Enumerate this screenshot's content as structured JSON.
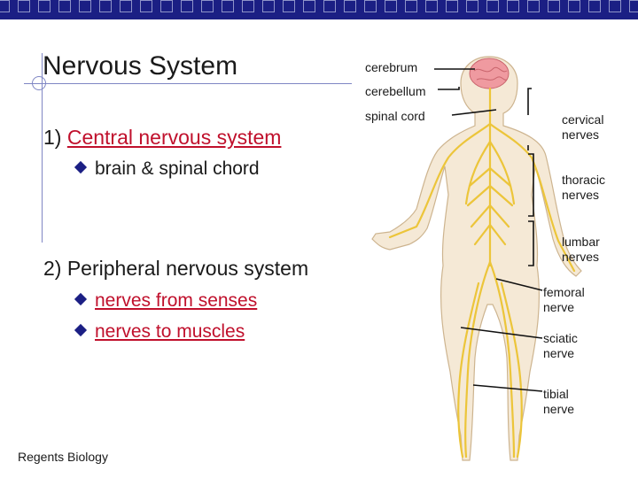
{
  "slide": {
    "title": "Nervous System",
    "section1": {
      "number": "1) ",
      "label": "Central nervous system",
      "bullets": [
        "brain & spinal chord"
      ]
    },
    "section2": {
      "label": "2) Peripheral nervous system",
      "bullets": [
        "nerves from senses",
        "nerves to muscles"
      ]
    },
    "footer": "Regents Biology"
  },
  "diagram": {
    "labels": {
      "cerebrum": "cerebrum",
      "cerebellum": "cerebellum",
      "spinal_cord": "spinal cord",
      "cervical": [
        "cervical",
        "nerves"
      ],
      "thoracic": [
        "thoracic",
        "nerves"
      ],
      "lumbar": [
        "lumbar",
        "nerves"
      ],
      "femoral": [
        "femoral",
        "nerve"
      ],
      "sciatic": [
        "sciatic",
        "nerve"
      ],
      "tibial": [
        "tibial",
        "nerve"
      ]
    },
    "colors": {
      "skin": "#f5e9d6",
      "nerve": "#ecc53a",
      "brain": "#ef9aa0",
      "accent": "#1b1f84",
      "heading_red": "#c0102c"
    }
  }
}
